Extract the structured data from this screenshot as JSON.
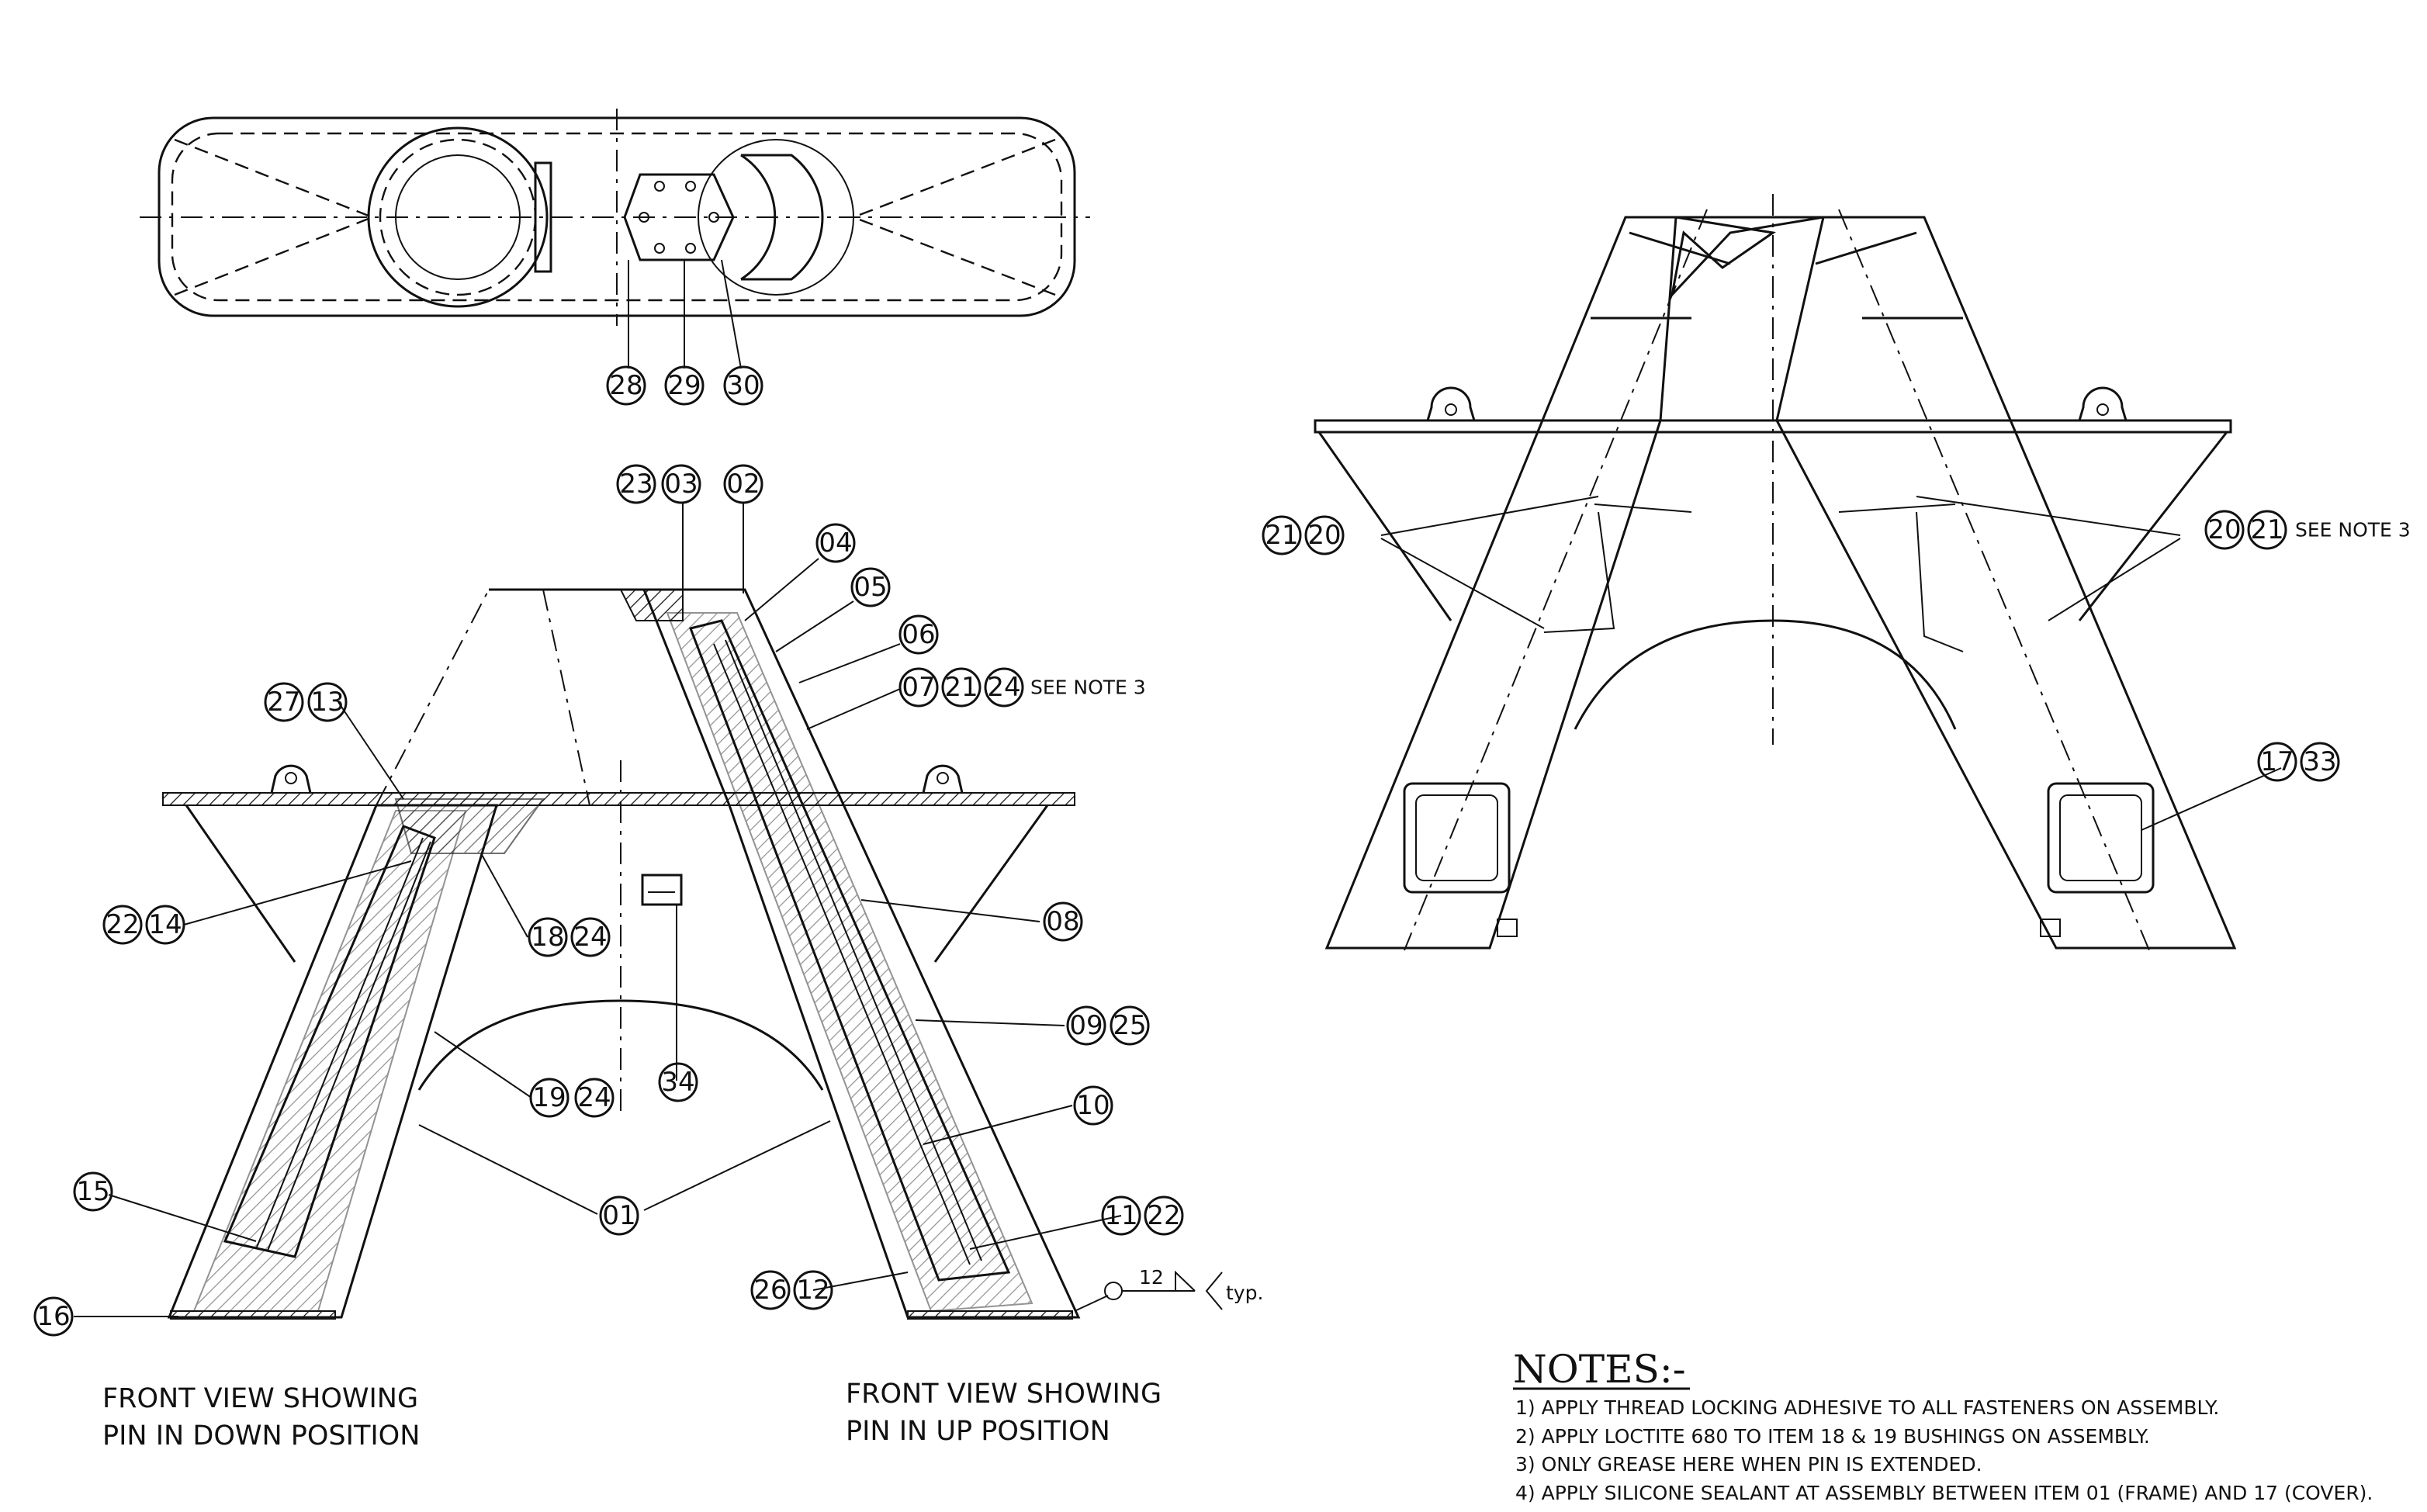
{
  "balloons": {
    "b28": "28",
    "b29": "29",
    "b30": "30",
    "b23": "23",
    "b03": "03",
    "b02": "02",
    "b04": "04",
    "b05": "05",
    "b06": "06",
    "b07": "07",
    "b21a": "21",
    "b24a": "24",
    "b27": "27",
    "b13": "13",
    "b22a": "22",
    "b14": "14",
    "b18": "18",
    "b24b": "24",
    "b08": "08",
    "b09": "09",
    "b25": "25",
    "b34": "34",
    "b19": "19",
    "b24c": "24",
    "b10": "10",
    "b15": "15",
    "b01": "01",
    "b11": "11",
    "b22b": "22",
    "b26": "26",
    "b12": "12",
    "b16": "16",
    "b21l": "21",
    "b20l": "20",
    "b20r": "20",
    "b21r": "21",
    "b17": "17",
    "b33": "33"
  },
  "labels": {
    "see_note_front": "SEE NOTE 3",
    "see_note_side": "SEE NOTE 3",
    "weld_size": "12",
    "weld_typ": "typ."
  },
  "captions": {
    "down_line1": "FRONT VIEW SHOWING",
    "down_line2": "PIN IN DOWN POSITION",
    "up_line1": "FRONT VIEW SHOWING",
    "up_line2": "PIN IN UP POSITION"
  },
  "notes": {
    "heading": "NOTES:-",
    "items": [
      "1) APPLY THREAD LOCKING ADHESIVE TO ALL FASTENERS ON ASSEMBLY.",
      "2) APPLY LOCTITE 680 TO ITEM 18 & 19 BUSHINGS ON ASSEMBLY.",
      "3) ONLY GREASE HERE WHEN PIN IS EXTENDED.",
      "4) APPLY SILICONE SEALANT AT ASSEMBLY BETWEEN ITEM 01 (FRAME) AND 17 (COVER)."
    ]
  }
}
